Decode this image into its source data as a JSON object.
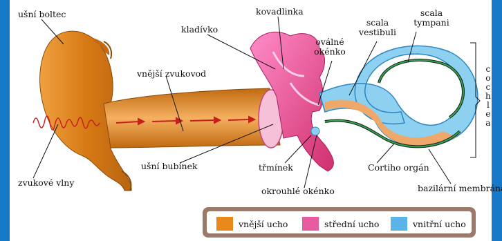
{
  "labels": {
    "pinna": "ušní boltec",
    "anvil": "kovadlinka",
    "hammer": "kladívko",
    "oval_window": "oválné okénko",
    "scala_vestibuli": "scala vestibuli",
    "scala_tympani": "scala tympani",
    "ear_canal": "vnější zvukovod",
    "eardrum": "ušní bubínek",
    "stirrup": "třmínek",
    "organ_of_corti": "Cortiho orgán",
    "sound_waves": "zvukové vlny",
    "round_window": "okrouhlé okénko",
    "basilar_membrane": "bazilární membrána",
    "cochlea_letters": [
      "c",
      "o",
      "c",
      "h",
      "l",
      "e",
      "a"
    ]
  },
  "legend": {
    "items": [
      {
        "label": "vnější ucho",
        "color": "#e8891a"
      },
      {
        "label": "střední ucho",
        "color": "#e85aa0"
      },
      {
        "label": "vnitřní ucho",
        "color": "#5ab4e8"
      }
    ]
  }
}
